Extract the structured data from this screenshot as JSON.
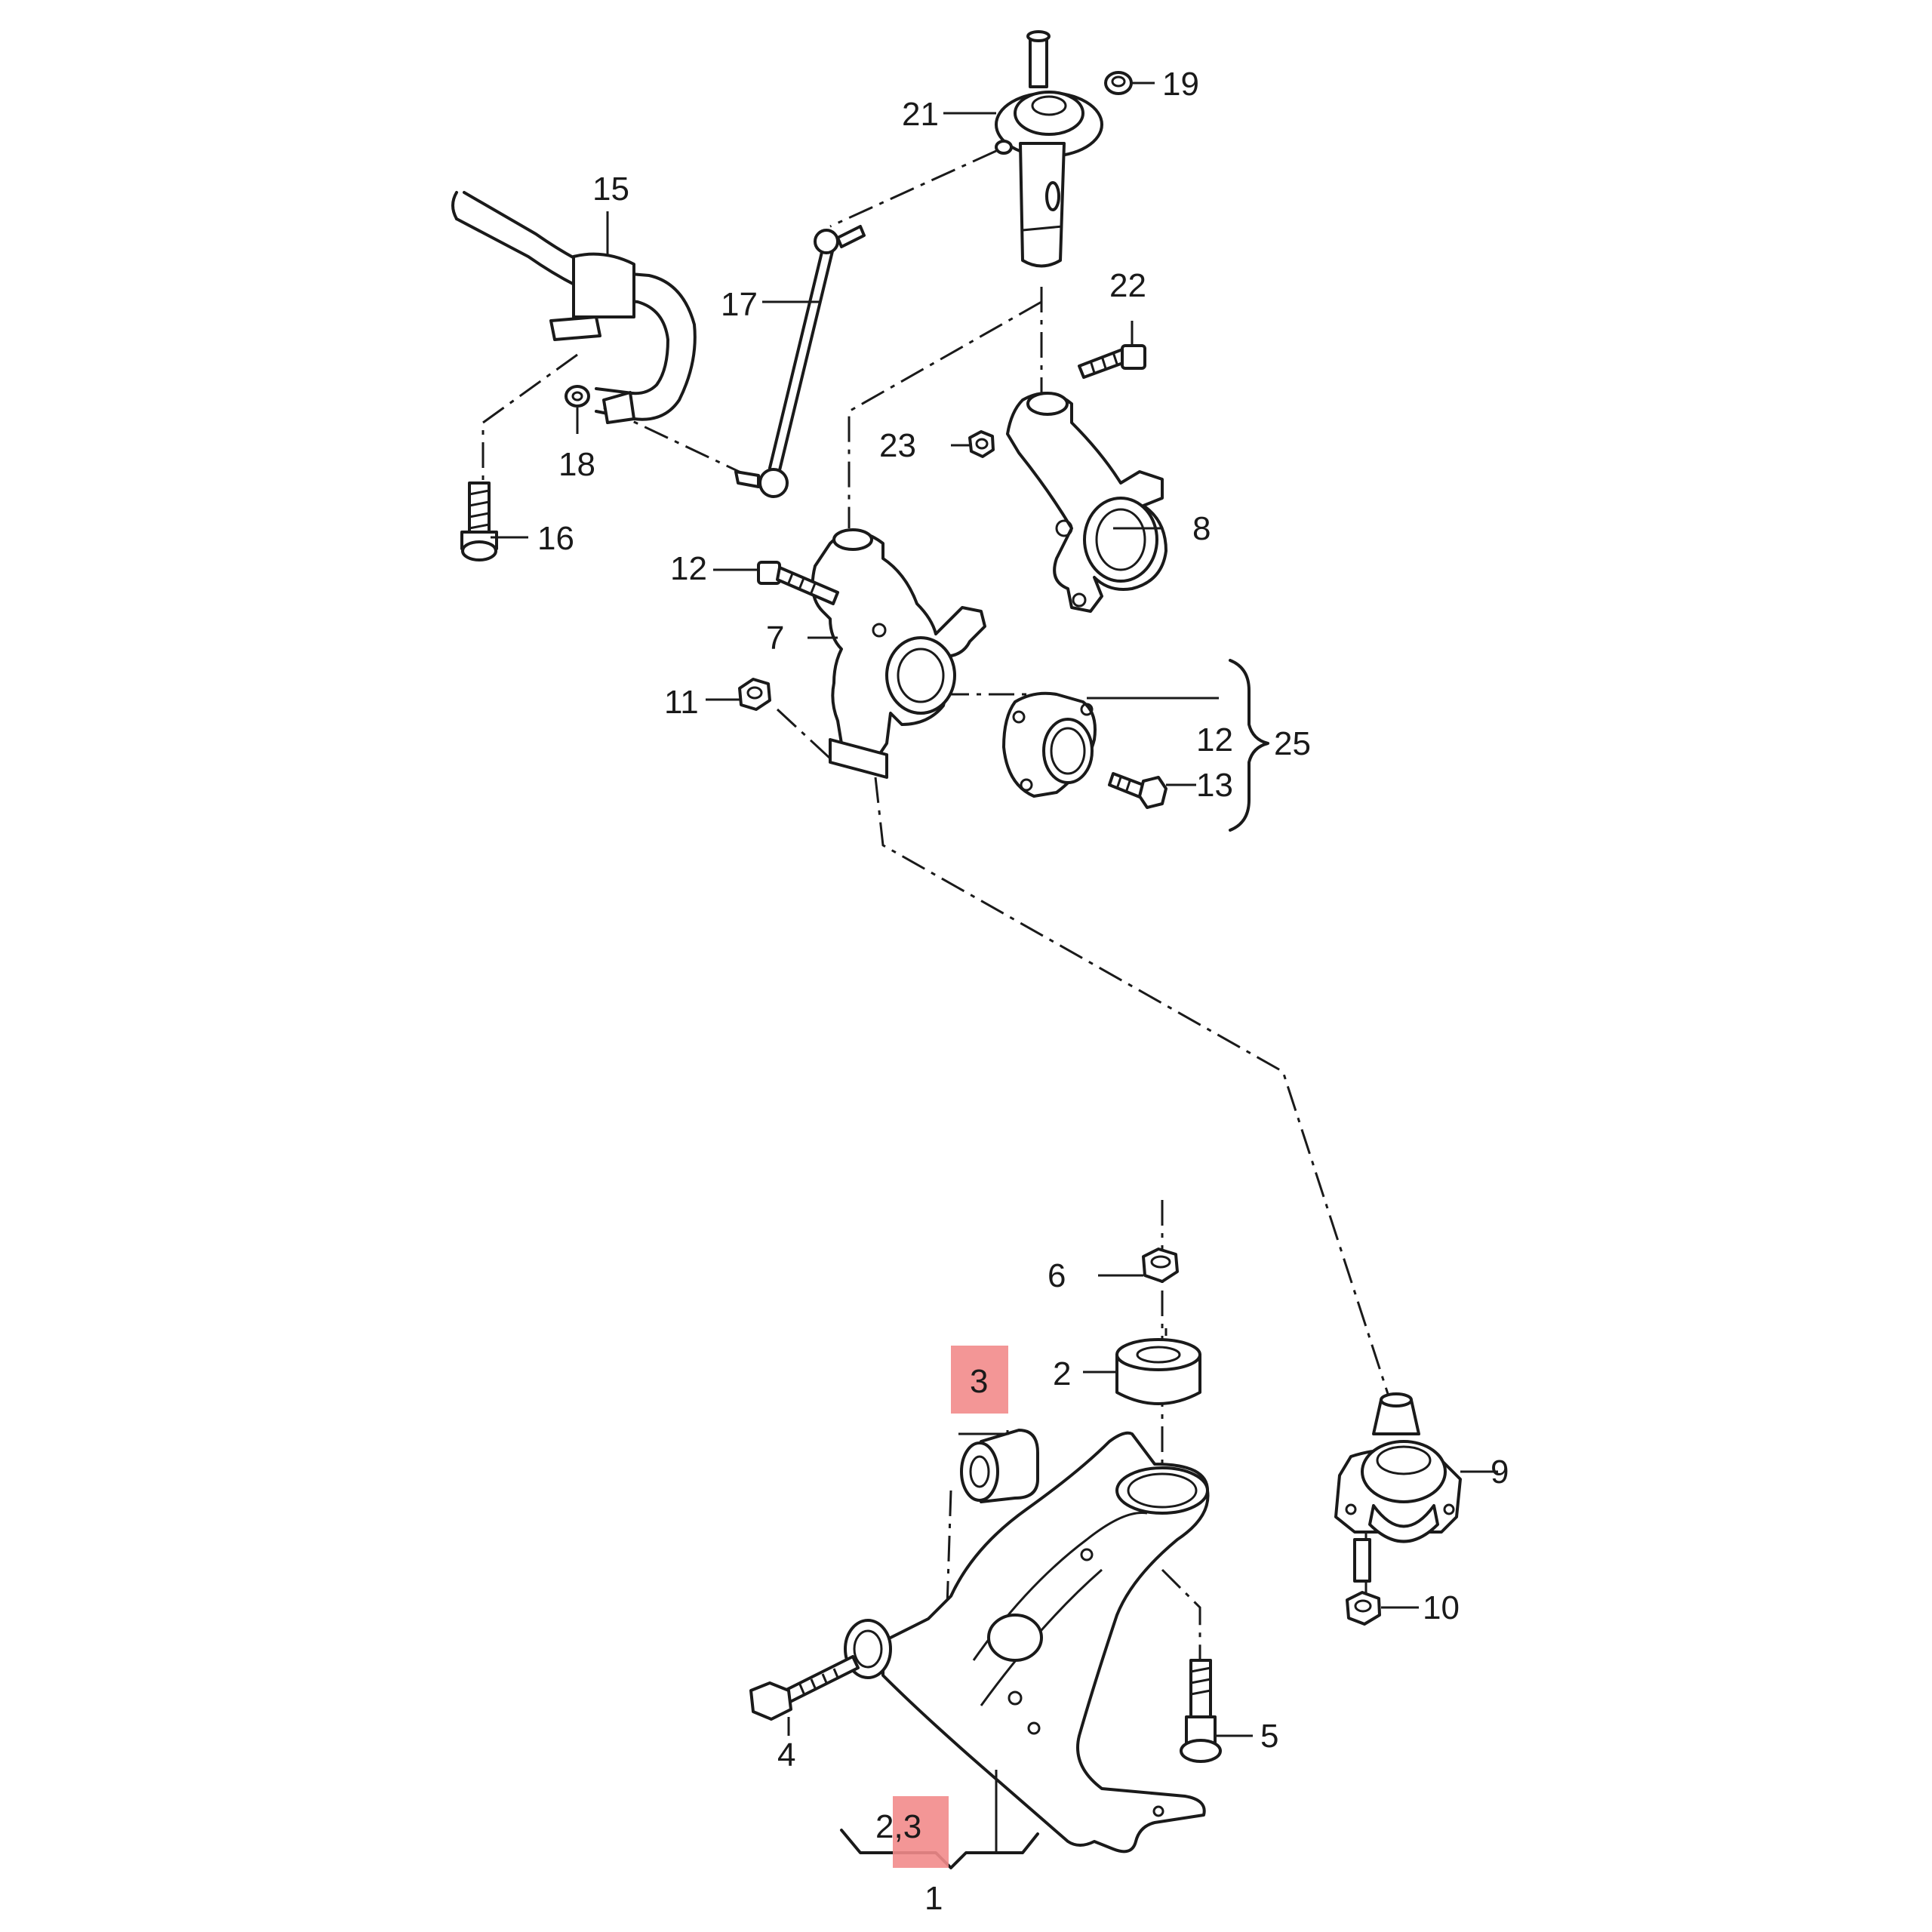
{
  "callouts": {
    "c1": "1",
    "c2": "2",
    "c2_3": "2,3",
    "c3": "3",
    "c4": "4",
    "c5": "5",
    "c6": "6",
    "c7": "7",
    "c8": "8",
    "c9": "9",
    "c10": "10",
    "c11": "11",
    "c12a": "12",
    "c12b": "12",
    "c13": "13",
    "c15": "15",
    "c16": "16",
    "c17": "17",
    "c18": "18",
    "c19": "19",
    "c21": "21",
    "c22": "22",
    "c23": "23",
    "c25": "25"
  },
  "highlight_color": "#f28b8b"
}
